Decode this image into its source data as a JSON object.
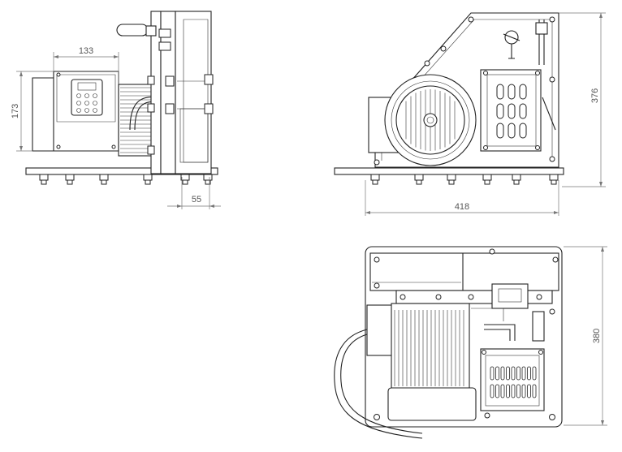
{
  "dimensions": {
    "side_width": "133",
    "side_height": "173",
    "side_offset": "55",
    "front_width": "418",
    "front_height": "376",
    "top_depth": "380"
  },
  "colors": {
    "line": "#222222",
    "dimension": "#777777",
    "dimension_text": "#555555",
    "background": "#ffffff"
  }
}
